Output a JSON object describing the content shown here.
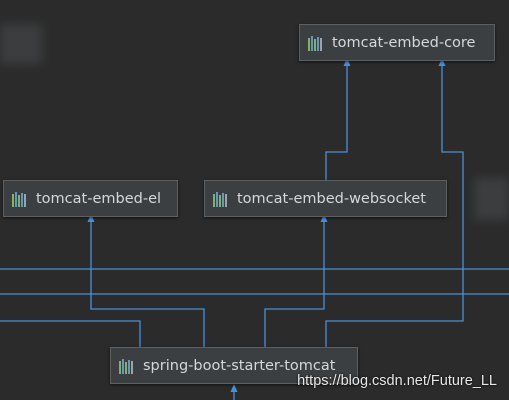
{
  "diagram": {
    "nodes": {
      "core": {
        "label": "tomcat-embed-core",
        "icon": "maven-library-icon"
      },
      "el": {
        "label": "tomcat-embed-el",
        "icon": "maven-library-icon"
      },
      "websocket": {
        "label": "tomcat-embed-websocket",
        "icon": "maven-library-icon"
      },
      "starter": {
        "label": "spring-boot-starter-tomcat",
        "icon": "maven-library-icon"
      }
    },
    "edges": [
      {
        "from": "websocket",
        "to": "core"
      },
      {
        "from": "starter",
        "to": "core"
      },
      {
        "from": "starter",
        "to": "el"
      },
      {
        "from": "starter",
        "to": "websocket"
      }
    ],
    "colors": {
      "background": "#2b2b2b",
      "node_fill": "#3c3f41",
      "edge": "#4a90d9"
    }
  },
  "watermark": "https://blog.csdn.net/Future_LL"
}
